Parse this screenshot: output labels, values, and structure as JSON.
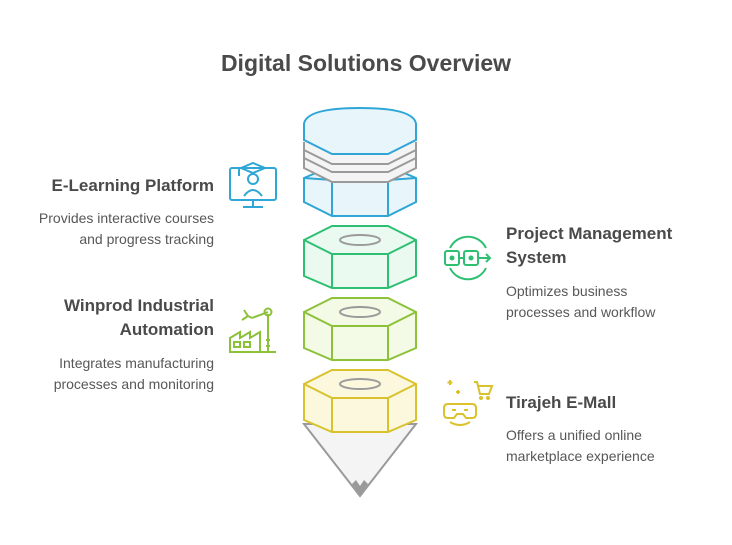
{
  "title": "Digital Solutions Overview",
  "items": [
    {
      "name_lines": [
        "E-Learning Platform"
      ],
      "desc_lines": [
        "Provides interactive courses",
        "and progress tracking"
      ],
      "icon": "graduation-cap-monitor-icon",
      "color": "#2fa6d6"
    },
    {
      "name_lines": [
        "Project Management",
        "System"
      ],
      "desc_lines": [
        "Optimizes business",
        "processes and workflow"
      ],
      "icon": "workflow-nodes-icon",
      "color": "#2fbf72"
    },
    {
      "name_lines": [
        "Winprod Industrial",
        "Automation"
      ],
      "desc_lines": [
        "Integrates manufacturing",
        "processes and monitoring"
      ],
      "icon": "robot-arm-factory-icon",
      "color": "#8cc23a"
    },
    {
      "name_lines": [
        "Tirajeh E-Mall"
      ],
      "desc_lines": [
        "Offers a unified online",
        "marketplace experience"
      ],
      "icon": "vr-headset-cart-icon",
      "color": "#d9c22c"
    }
  ]
}
